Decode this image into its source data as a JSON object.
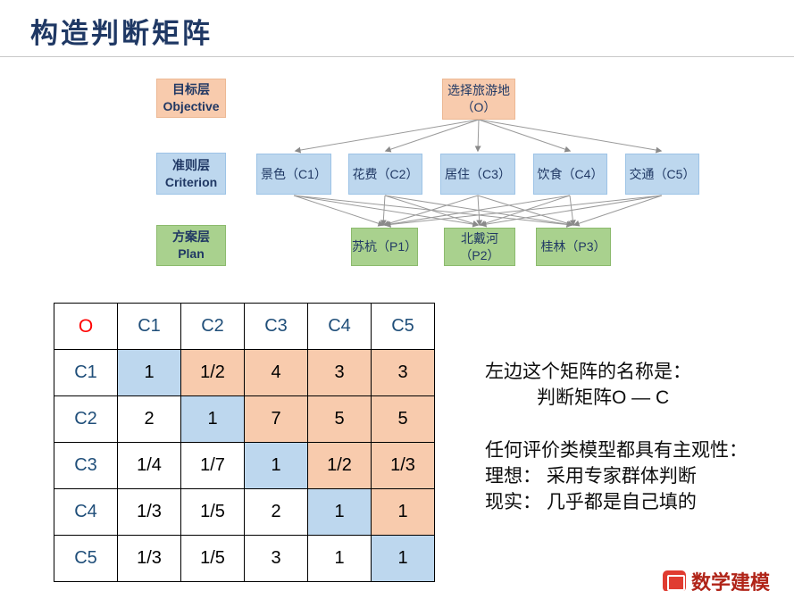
{
  "page": {
    "title": "构造判断矩阵"
  },
  "diagram": {
    "levels": [
      {
        "label_cn": "目标层",
        "label_en": "Objective"
      },
      {
        "label_cn": "准则层",
        "label_en": "Criterion"
      },
      {
        "label_cn": "方案层",
        "label_en": "Plan"
      }
    ],
    "objective": {
      "line1": "选择旅游地",
      "line2": "（O）"
    },
    "criteria": [
      "景色（C1）",
      "花费（C2）",
      "居住（C3）",
      "饮食（C4）",
      "交通（C5）"
    ],
    "plans": [
      "苏杭（P1）",
      "北戴河（P2）",
      "桂林（P3）"
    ]
  },
  "matrix": {
    "header": [
      "O",
      "C1",
      "C2",
      "C3",
      "C4",
      "C5"
    ],
    "rows": [
      {
        "label": "C1",
        "cells": [
          "1",
          "1/2",
          "4",
          "3",
          "3"
        ],
        "bg": [
          "blue",
          "orange",
          "orange",
          "orange",
          "orange"
        ]
      },
      {
        "label": "C2",
        "cells": [
          "2",
          "1",
          "7",
          "5",
          "5"
        ],
        "bg": [
          "white",
          "blue",
          "orange",
          "orange",
          "orange"
        ]
      },
      {
        "label": "C3",
        "cells": [
          "1/4",
          "1/7",
          "1",
          "1/2",
          "1/3"
        ],
        "bg": [
          "white",
          "white",
          "blue",
          "orange",
          "orange"
        ]
      },
      {
        "label": "C4",
        "cells": [
          "1/3",
          "1/5",
          "2",
          "1",
          "1"
        ],
        "bg": [
          "white",
          "white",
          "white",
          "blue",
          "orange"
        ]
      },
      {
        "label": "C5",
        "cells": [
          "1/3",
          "1/5",
          "3",
          "1",
          "1"
        ],
        "bg": [
          "white",
          "white",
          "white",
          "white",
          "blue"
        ]
      }
    ]
  },
  "notes": {
    "line1": "左边这个矩阵的名称是：",
    "line2": "判断矩阵O — C",
    "line3": "任何评价类模型都具有主观性：",
    "line4": "理想： 采用专家群体判断",
    "line5": "现实： 几乎都是自己填的"
  },
  "brand": {
    "text": "数学建模"
  },
  "colors": {
    "orange": "#F8CBAD",
    "blue": "#BDD7EE",
    "green": "#A9D18E",
    "white": "#FFFFFF",
    "title": "#1F3864",
    "header_o_red": "#FF0000",
    "header_c_blue": "#1F4E79",
    "arrow_gray": "#8a8a8a",
    "brand_red": "#B02418"
  }
}
